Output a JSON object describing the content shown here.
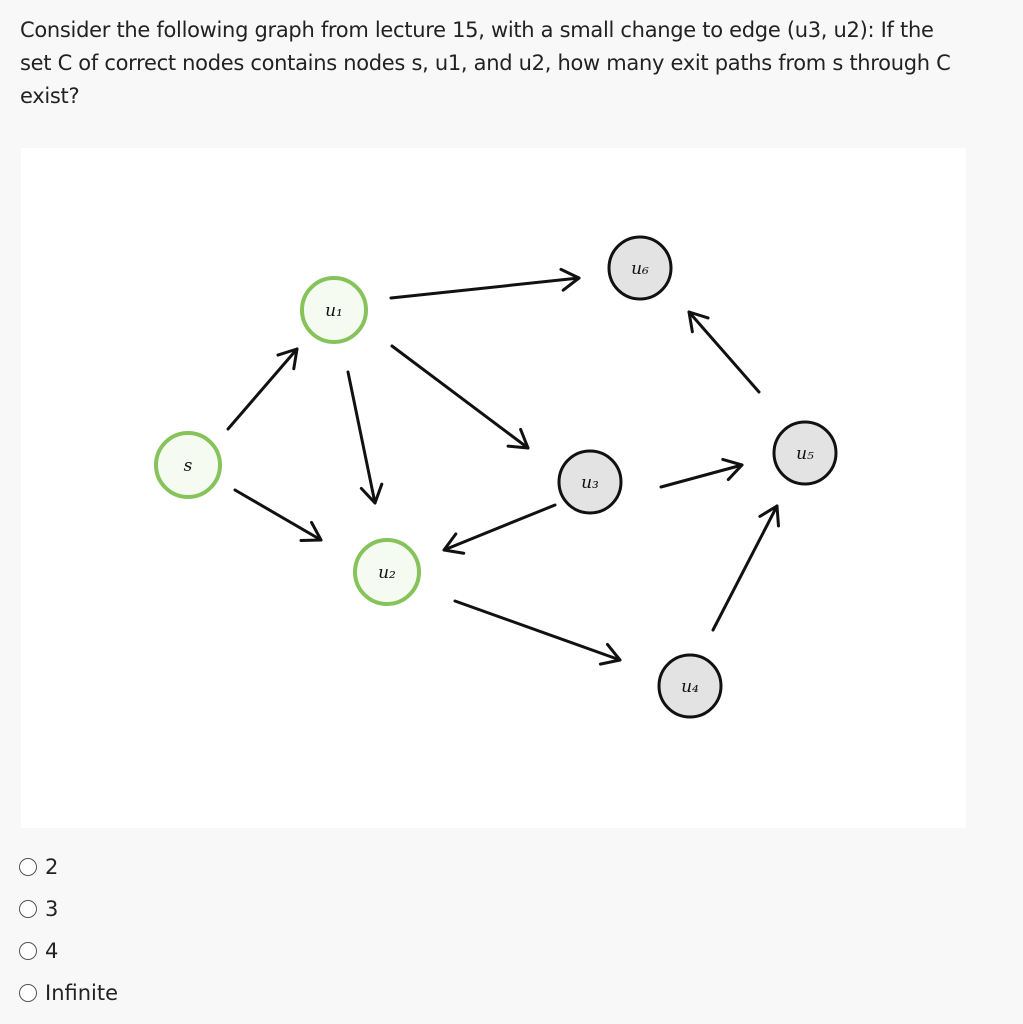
{
  "question": {
    "text": "Consider the following graph from lecture 15, with a small change to edge (u3, u2): If the set C of correct nodes contains nodes s, u1, and u2, how many exit paths from s through C exist?"
  },
  "colors": {
    "correct_node_stroke": "#86c35a",
    "other_node_fill": "#e3e3e3",
    "node_stroke": "#111111",
    "page_background": "#f8f8f8",
    "figure_background": "#ffffff"
  },
  "graph": {
    "nodes": [
      {
        "id": "s",
        "label": "s",
        "in_C": true
      },
      {
        "id": "u1",
        "label": "u₁",
        "in_C": true
      },
      {
        "id": "u2",
        "label": "u₂",
        "in_C": true
      },
      {
        "id": "u3",
        "label": "u₃",
        "in_C": false
      },
      {
        "id": "u4",
        "label": "u₄",
        "in_C": false
      },
      {
        "id": "u5",
        "label": "u₅",
        "in_C": false
      },
      {
        "id": "u6",
        "label": "u₆",
        "in_C": false
      }
    ],
    "edges": [
      {
        "from": "s",
        "to": "u1"
      },
      {
        "from": "s",
        "to": "u2"
      },
      {
        "from": "u1",
        "to": "u6"
      },
      {
        "from": "u1",
        "to": "u2"
      },
      {
        "from": "u1",
        "to": "u3"
      },
      {
        "from": "u3",
        "to": "u2"
      },
      {
        "from": "u3",
        "to": "u5"
      },
      {
        "from": "u2",
        "to": "u4"
      },
      {
        "from": "u4",
        "to": "u5"
      },
      {
        "from": "u5",
        "to": "u6"
      }
    ]
  },
  "options": [
    {
      "label": "2"
    },
    {
      "label": "3"
    },
    {
      "label": "4"
    },
    {
      "label": "Infinite"
    }
  ]
}
